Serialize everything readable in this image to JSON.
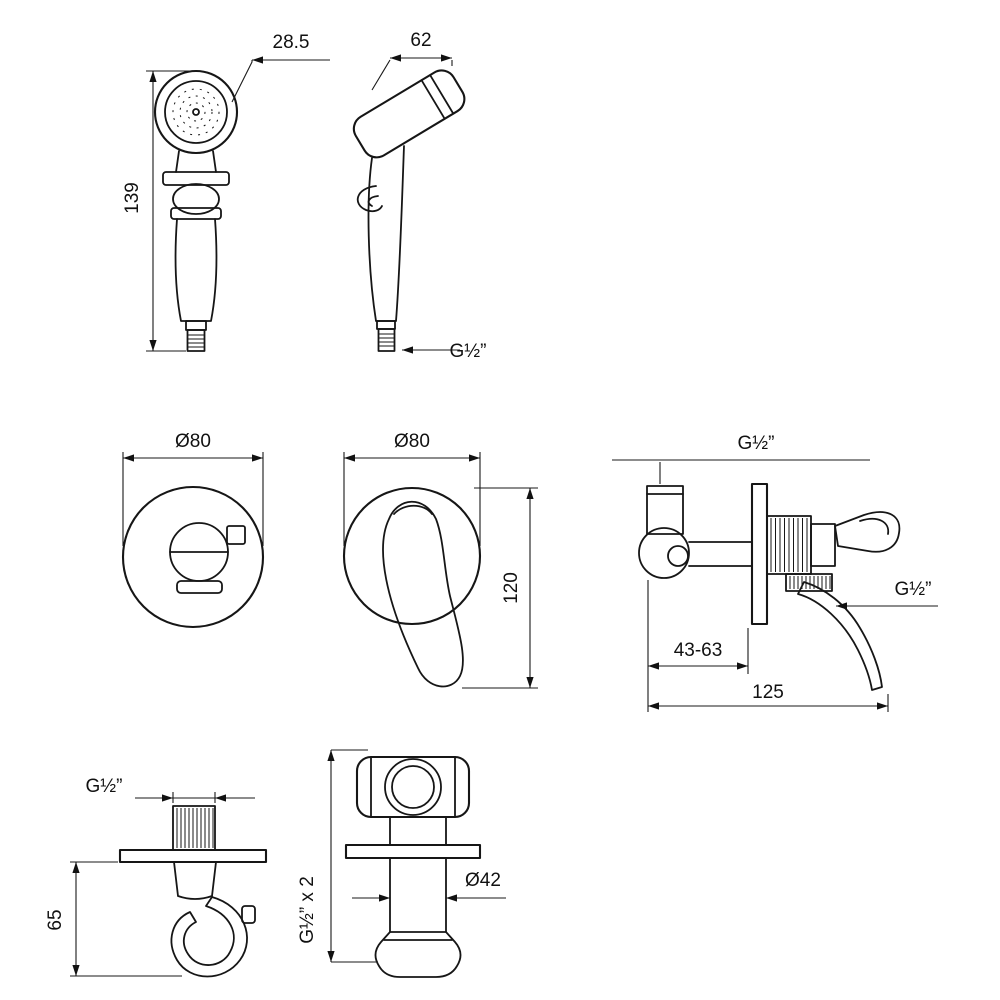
{
  "drawing": {
    "hand_shower_front_view": {
      "head_offset": "28.5",
      "length": "139"
    },
    "hand_shower_side_view": {
      "head_width": "62",
      "connection_thread": "G½”"
    },
    "escutcheon_knob_view": {
      "diameter": "Ø80"
    },
    "escutcheon_lever_view": {
      "diameter": "Ø80",
      "lever_height": "120"
    },
    "mixer_side_view": {
      "inlet_thread": "G½”",
      "outlet_thread": "G½”",
      "mounting_depth": "43-63",
      "total_width": "125"
    },
    "wall_holder_view": {
      "thread": "G½”",
      "height": "65"
    },
    "wall_union_view": {
      "diameter": "Ø42",
      "threads": "G½” x 2"
    }
  }
}
